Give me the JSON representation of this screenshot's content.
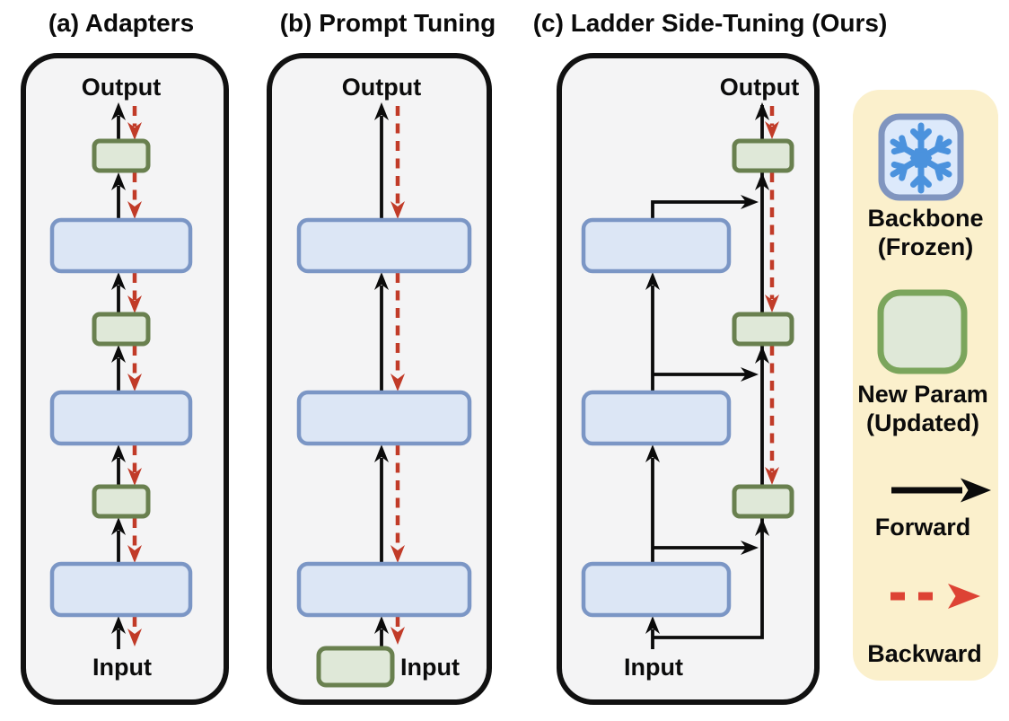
{
  "titles": {
    "a": "(a) Adapters",
    "b": "(b) Prompt Tuning",
    "c": "(c) Ladder Side-Tuning (Ours)"
  },
  "panels": {
    "a": {
      "output": "Output",
      "input": "Input"
    },
    "b": {
      "output": "Output",
      "input": "Input"
    },
    "c": {
      "output": "Output",
      "input": "Input"
    }
  },
  "legend": {
    "backbone_label_line1": "Backbone",
    "backbone_label_line2": "(Frozen)",
    "new_param_label_line1": "New Param",
    "new_param_label_line2": "(Updated)",
    "forward_label": "Forward",
    "backward_label": "Backward"
  },
  "icons": {
    "backbone": "snowflake-icon"
  },
  "colors": {
    "text_color": "#0b0b0b",
    "panel_bg": "#f4f4f5",
    "panel_border": "#111111",
    "backbone_fill": "#dce6f5",
    "backbone_border": "#7b96c5",
    "adapter_fill": "#dfe8d8",
    "adapter_border": "#69804f",
    "forward_color": "#0b0b0b",
    "backward_color": "#c13b28",
    "legend_bg": "#fbf0cc",
    "legend_green_border": "#7ba55c",
    "legend_backward": "#dd4334",
    "snowflake_color": "#4b92dd",
    "snowflake_bg": "#dce9fb",
    "snowflake_border": "#8095bf"
  }
}
